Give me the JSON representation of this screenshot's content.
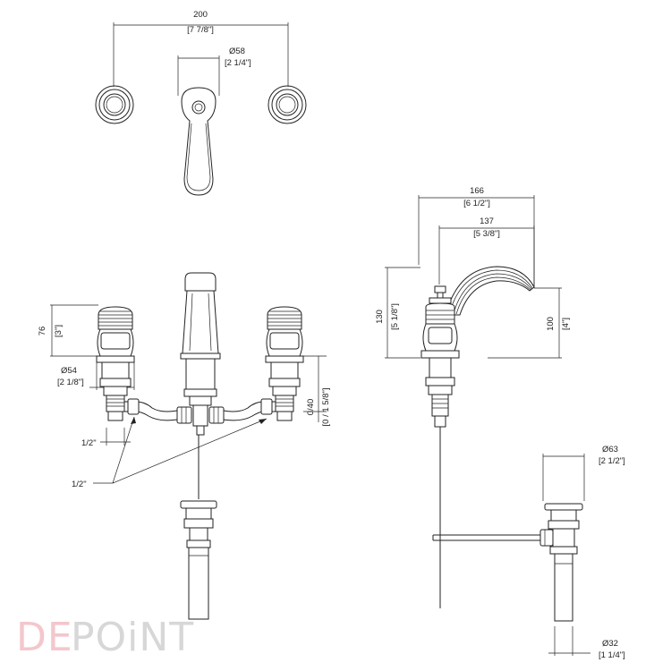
{
  "dimensions": {
    "top_width": {
      "mm": "200",
      "inch": "[7 7/8\"]"
    },
    "top_flange": {
      "mm": "Ø58",
      "inch": "[2 1/4\"]"
    },
    "side_reach": {
      "mm": "166",
      "inch": "[6 1/2\"]"
    },
    "side_spout": {
      "mm": "137",
      "inch": "[5 3/8\"]"
    },
    "side_height": {
      "mm": "130",
      "inch": "[5 1/8\"]"
    },
    "spout_height": {
      "mm": "100",
      "inch": "[4\"]"
    },
    "handle_height": {
      "mm": "76",
      "inch": "[3\"]"
    },
    "handle_diameter": {
      "mm": "Ø54",
      "inch": "[2 1/8\"]"
    },
    "deck_thickness": {
      "mm": "0/40",
      "inch": "[0 / 1 5/8\"]"
    },
    "thread_1": "1/2\"",
    "thread_2": "1/2\"",
    "drain_top": {
      "mm": "Ø63",
      "inch": "[2 1/2\"]"
    },
    "drain_bottom": {
      "mm": "Ø32",
      "inch": "[1 1/4\"]"
    }
  },
  "logo": {
    "part1": "DE",
    "part2": "POiNT"
  }
}
